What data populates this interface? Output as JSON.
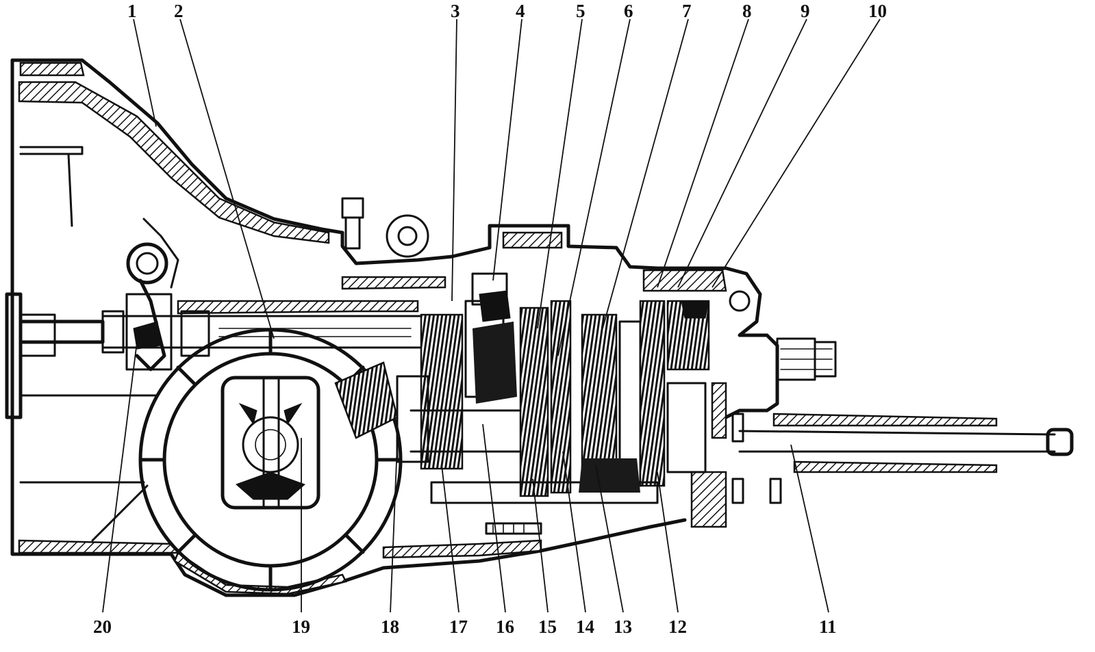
{
  "diagram": {
    "callouts_top": [
      "1",
      "2",
      "3",
      "4",
      "5",
      "6",
      "7",
      "8",
      "9",
      "10"
    ],
    "callouts_bottom": [
      "20",
      "19",
      "18",
      "17",
      "16",
      "15",
      "14",
      "13",
      "12",
      "11"
    ]
  },
  "colors": {
    "ink": "#111111",
    "paper": "#ffffff"
  }
}
